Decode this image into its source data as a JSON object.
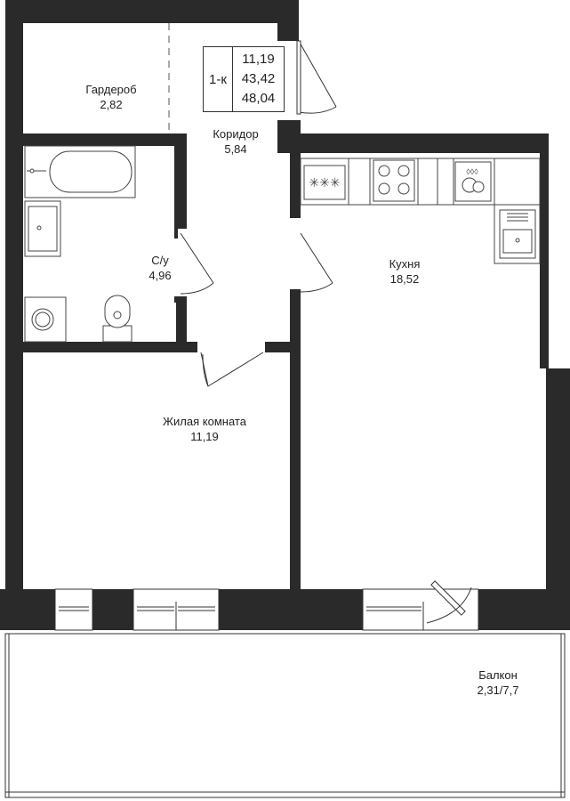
{
  "summary": {
    "type": "1-к",
    "values": [
      "11,19",
      "43,42",
      "48,04"
    ]
  },
  "rooms": [
    {
      "id": "garderob",
      "name": "Гардероб",
      "area": "2,82"
    },
    {
      "id": "koridor",
      "name": "Коридор",
      "area": "5,84"
    },
    {
      "id": "su",
      "name": "С/у",
      "area": "4,96"
    },
    {
      "id": "kuhnya",
      "name": "Кухня",
      "area": "18,52"
    },
    {
      "id": "zhilaya",
      "name": "Жилая комната",
      "area": "11,19"
    },
    {
      "id": "balkon",
      "name": "Балкон",
      "area": "2,31/7,7"
    }
  ],
  "colors": {
    "wall": "#2a2a2a",
    "line": "#333333",
    "background": "#ffffff"
  }
}
